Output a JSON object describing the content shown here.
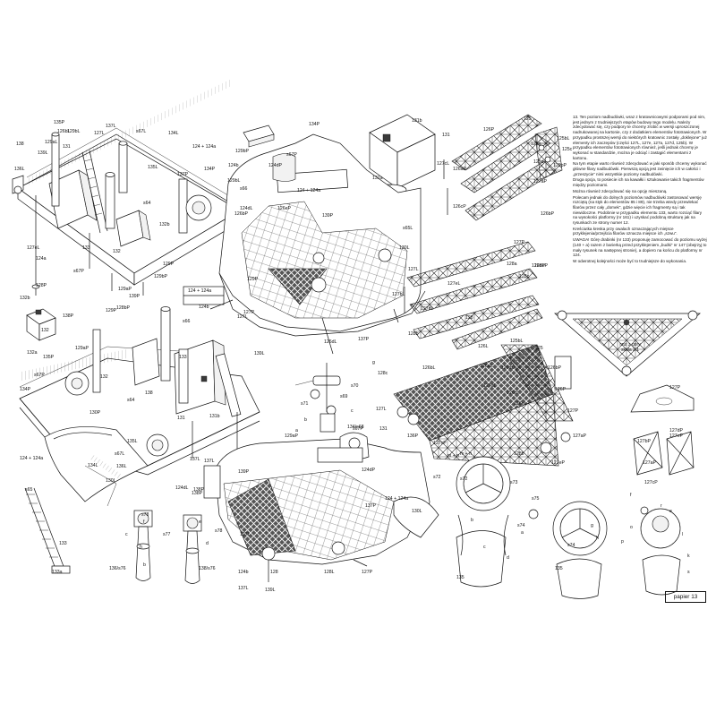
{
  "page_label": "papier 13",
  "instructions": [
    "13. Ten poziom nadbudówki, wraz z kratownicowymi podporami pod nim, jest jednym z trudniejszych etapów budowy tego modelu. Należy zdecydować się, czy podpory te chcemy zrobić w wersji uproszczonej nadrukowanej na kartonie, czy z dodatkiem elementów fototrawionych. W przypadku prostszej wersji do niektórych kratownic zostały „doklejone” już elementy ich zaczepów (części 127L, 127e, 127a, 127d, 125b). W przypadku elementów fototrawionych również, jeśli jednak chcemy je wykonać w standardzie, można je odciąć i zastąpić elementami z kartonu.",
    "Na tym etapie warto również zdecydować w jaki sposób chcemy wykonać główne filary nadbudówki. Pierwszą opcją jest zwinięcie ich w całości i „przeszycie” nimi wszystkie poziomy nadbudówki.",
    "Druga opcja, to posiecie ich na kawałki i sztukowanie takich fragmentów między poziomami.",
    "Można również zdecydować się na opcję mieszaną.",
    "Polecam jednak do dolnych poziomów nadbudówki zastosować wersję rozciętą (na styk do elementów 85 i 89), nie trzeba wtedy przewlekać filarów przez cały „domek”, gdzie więcie ich fragmenty są i tak niewidoczne. Podobnie w przypadku elementu 133, warto rozciąć filary na wysokości platformy (nr 161) i uzyskać podobną strukturę jak na rysunkach ze strony numer 12.",
    "Kreściutka kreska przy owalach oznaczających miejsce przyklejenia/przejścia filarów oznacza miejsce ich „szwu”.",
    "UWAGA! Górę drabinki (nr 133) proponuję zamocować do poziomu wyżej (140 + a) razem z barierką przed przyklejeniem „budki” nr 147 (obejrzyj to mały rysunek na następnej stronie), a dopiero na końcu do platformy nr 124.",
    "W odwrotnej kolejności może być to trudniejsze do wykonania."
  ],
  "top_view_caption": [
    "rzut z góry",
    "skala 2:1"
  ],
  "part_labels": {
    "top_left": [
      "129bL",
      "127L",
      "137L",
      "s67L",
      "134L",
      "138",
      "129aL",
      "131",
      "139L",
      "136L",
      "127eL",
      "124a",
      "124 + 124a",
      "135L",
      "137P",
      "124b",
      "s66",
      "128P",
      "129aP",
      "129bP",
      "132b",
      "132",
      "s64",
      "133",
      "135P",
      "134P",
      "126bP",
      "s67P",
      "129P",
      "126bL"
    ],
    "block_131": [
      "134P",
      "131b",
      "131",
      "131a"
    ],
    "trusses_right": [
      "125",
      "126P",
      "125bL",
      "125a",
      "125c",
      "125d",
      "125bP",
      "126aP",
      "127aP",
      "126cP",
      "126bP",
      "126dP",
      "127P",
      "126eP",
      "127L",
      "127dL",
      "127eL",
      "128",
      "128b",
      "128a",
      "128c",
      "127cL",
      "127bL",
      "góra",
      "góra"
    ],
    "upper_deck": [
      "129bP",
      "124dP",
      "s67P",
      "126eP",
      "124 + 124a",
      "s65L",
      "130L",
      "129bL",
      "124dL",
      "139P",
      "129P",
      "127L",
      "126dL",
      "137P",
      "127P",
      "124 + 124a",
      "124b"
    ],
    "small_left": [
      "132b",
      "132",
      "132a",
      "138P",
      "128bP"
    ],
    "middle_left": [
      "139P",
      "129P",
      "129aP",
      "135P",
      "s67P",
      "134P",
      "130P",
      "s64",
      "132",
      "138",
      "131",
      "131b",
      "s66",
      "133",
      "139L",
      "135L",
      "136L",
      "130L",
      "137L",
      "124 + 124a",
      "s67L",
      "134L",
      "124dL",
      "137L",
      "138P"
    ],
    "lower_right_truss": [
      "126bL",
      "126L",
      "125bL",
      "125",
      "127dL",
      "126dL",
      "126aL",
      "126cL",
      "126eL",
      "126P",
      "127P",
      "126bP",
      "127aP",
      "127eP",
      "127cP",
      "128b",
      "128c",
      "127L",
      "136P",
      "131",
      "m + n"
    ],
    "lower_center": [
      "129aP",
      "s67P",
      "124dP",
      "137P",
      "138P",
      "124 + 124a",
      "139P",
      "130L",
      "127L",
      "127P",
      "128",
      "128L",
      "124b",
      "137L",
      "139L"
    ],
    "searchlights_left": [
      "s65",
      "133",
      "133a",
      "s78",
      "s77",
      "136/s76",
      "138/s76",
      "s78",
      "h",
      "b",
      "c",
      "f",
      "e",
      "d"
    ],
    "fitting_center": [
      "g",
      "s70",
      "s71",
      "s69",
      "b",
      "a",
      "c",
      "134/s68",
      "s72"
    ],
    "searchlights_right": [
      "m + n",
      "s72",
      "s73",
      "s74",
      "s75",
      "s74",
      "135",
      "135",
      "a",
      "b",
      "c",
      "d",
      "e",
      "f",
      "g",
      "h",
      "l",
      "k",
      "o",
      "p",
      "r",
      "s"
    ],
    "wheels": [
      "127P",
      "127dP",
      "127eP",
      "127aP",
      "127cP",
      "127bP"
    ]
  }
}
